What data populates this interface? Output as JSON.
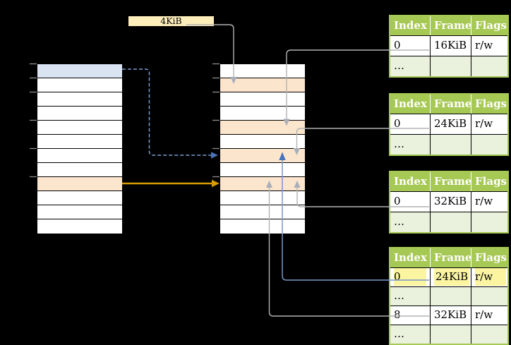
{
  "badge": {
    "label": "4KiB"
  },
  "page_tables": [
    {
      "name": "page-table-1",
      "headers": [
        "Index",
        "Frame",
        "Flags"
      ],
      "rows": [
        {
          "cells": [
            "0",
            "16KiB",
            "r/w"
          ],
          "highlighted": false
        },
        {
          "cells": [
            "…",
            "",
            ""
          ],
          "highlighted": false
        }
      ]
    },
    {
      "name": "page-table-2",
      "headers": [
        "Index",
        "Frame",
        "Flags"
      ],
      "rows": [
        {
          "cells": [
            "0",
            "24KiB",
            "r/w"
          ],
          "highlighted": false
        },
        {
          "cells": [
            "…",
            "",
            ""
          ],
          "highlighted": false
        }
      ]
    },
    {
      "name": "page-table-3",
      "headers": [
        "Index",
        "Frame",
        "Flags"
      ],
      "rows": [
        {
          "cells": [
            "0",
            "32KiB",
            "r/w"
          ],
          "highlighted": false
        },
        {
          "cells": [
            "…",
            "",
            ""
          ],
          "highlighted": false
        }
      ]
    },
    {
      "name": "page-table-4",
      "headers": [
        "Index",
        "Frame",
        "Flags"
      ],
      "rows": [
        {
          "cells": [
            "0",
            "24KiB",
            "r/w"
          ],
          "highlighted": true
        },
        {
          "cells": [
            "…",
            "",
            ""
          ],
          "highlighted": false
        },
        {
          "cells": [
            "8",
            "32KiB",
            "r/w"
          ],
          "highlighted": false
        },
        {
          "cells": [
            "…",
            "",
            ""
          ],
          "highlighted": false
        }
      ]
    }
  ],
  "memory_columns": {
    "left": {
      "row_count": 12,
      "blue_rows": [
        0
      ],
      "orange_rows": [
        8
      ]
    },
    "middle": {
      "row_count": 12,
      "orange_rows": [
        1,
        4,
        6,
        8
      ]
    }
  },
  "colors": {
    "background": "#000000",
    "blue_row": "#dae3f1",
    "orange_row": "#fce5cd",
    "badge_fill": "#fdeeba",
    "table_green": "#a6c854",
    "table_alt_row": "#eaf1dd",
    "highlight_yellow": "#fbf5a1",
    "gray_connector": "#b3b3b3",
    "blue_connector": "#4a72b8",
    "orange_connector": "#d79b00"
  }
}
